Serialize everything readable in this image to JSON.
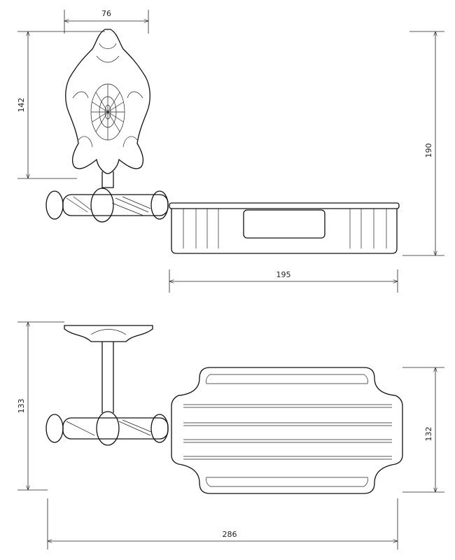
{
  "dimensions": {
    "backplate_width": "76",
    "backplate_height": "142",
    "total_height_side": "190",
    "basket_length": "195",
    "depth_side": "133",
    "basket_width_top": "132",
    "total_length": "286"
  }
}
